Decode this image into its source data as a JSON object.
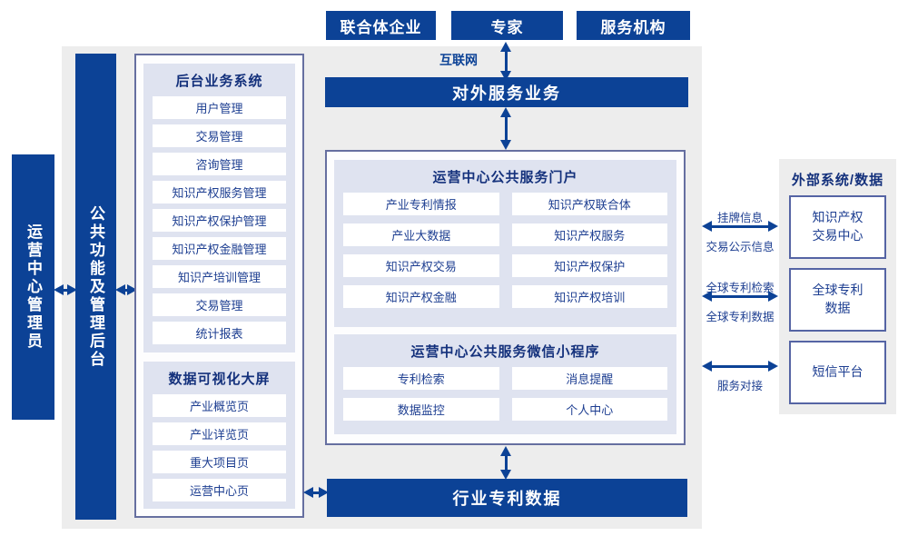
{
  "colors": {
    "accent": "#0C4296",
    "panel_fill": "#DFE3F0",
    "canvas_gray": "#EDEDED",
    "text_blue": "#1D3E91",
    "box_border": "#666FA0"
  },
  "top_actors": [
    "联合体企业",
    "专家",
    "服务机构"
  ],
  "internet_label": "互联网",
  "external_service_bar": "对外服务业务",
  "left_bars": {
    "admin": "运营中心管理员",
    "backend": "公共功能及管理后台"
  },
  "backend_panel": {
    "title": "后台业务系统",
    "items": [
      "用户管理",
      "交易管理",
      "咨询管理",
      "知识产权服务管理",
      "知识产权保护管理",
      "知识产权金融管理",
      "知识产培训管理",
      "交易管理",
      "统计报表"
    ]
  },
  "viz_panel": {
    "title": "数据可视化大屏",
    "items": [
      "产业概览页",
      "产业详览页",
      "重大项目页",
      "运营中心页"
    ]
  },
  "portal_panel": {
    "title": "运营中心公共服务门户",
    "items": [
      "产业专利情报",
      "知识产权联合体",
      "产业大数据",
      "知识产权服务",
      "知识产权交易",
      "知识产权保护",
      "知识产权金融",
      "知识产权培训"
    ]
  },
  "wechat_panel": {
    "title": "运营中心公共服务微信小程序",
    "items": [
      "专利检索",
      "消息提醒",
      "数据监控",
      "个人中心"
    ]
  },
  "bottom_bar": "行业专利数据",
  "external_panel": {
    "title": "外部系统/数据",
    "systems": [
      {
        "line1": "知识产权",
        "line2": "交易中心"
      },
      {
        "line1": "全球专利",
        "line2": "数据"
      },
      {
        "line1": "短信平台",
        "line2": ""
      }
    ]
  },
  "link_labels": {
    "listing_top": "挂牌信息",
    "listing_bottom": "交易公示信息",
    "global_search": "全球专利检索",
    "global_data": "全球专利数据",
    "service_link": "服务对接"
  }
}
